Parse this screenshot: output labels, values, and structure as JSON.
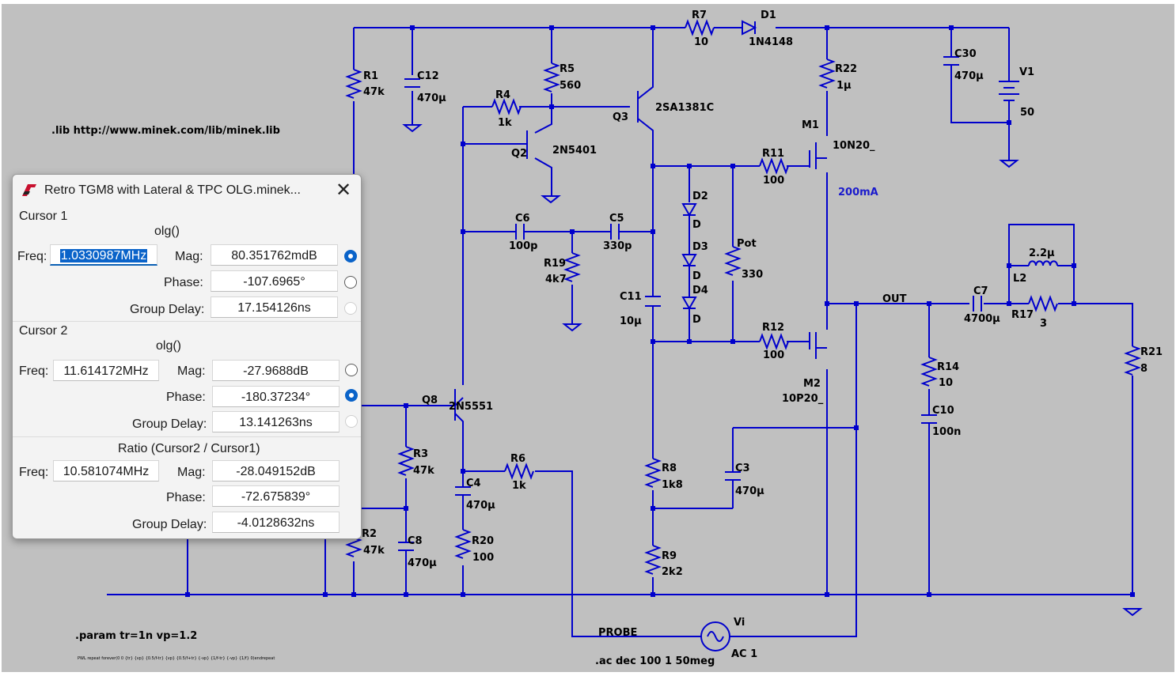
{
  "dialog": {
    "title": "Retro TGM8 with Lateral & TPC OLG.minek...",
    "cursor1": {
      "section": "Cursor 1",
      "function": "olg()",
      "freq_label": "Freq:",
      "freq": "1.0330987MHz",
      "mag_label": "Mag:",
      "mag": "80.351762mdB",
      "phase_label": "Phase:",
      "phase": "-107.6965°",
      "gd_label": "Group Delay:",
      "gd": "17.154126ns",
      "selected_radio": "Mag"
    },
    "cursor2": {
      "section": "Cursor 2",
      "function": "olg()",
      "freq_label": "Freq:",
      "freq": "11.614172MHz",
      "mag_label": "Mag:",
      "mag": "-27.9688dB",
      "phase_label": "Phase:",
      "phase": "-180.37234°",
      "gd_label": "Group Delay:",
      "gd": "13.141263ns",
      "selected_radio": "Phase"
    },
    "ratio": {
      "section": "Ratio (Cursor2 / Cursor1)",
      "freq_label": "Freq:",
      "freq": "10.581074MHz",
      "mag_label": "Mag:",
      "mag": "-28.049152dB",
      "phase_label": "Phase:",
      "phase": "-72.675839°",
      "gd_label": "Group Delay:",
      "gd": "-4.0128632ns"
    }
  },
  "schematic": {
    "directives": {
      "lib": ".lib http://www.minek.com/lib/minek.lib",
      "param": ".param tr=1n vp=1.2",
      "pwl": "PWL repeat forever(0 0 {tr} {vp} {0.5/f-tr} {vp} {0.5/f+tr} {-vp} {1/f-tr} {-vp} {1/f} 0)endrepeat",
      "ac": ".ac dec 100 1 50meg"
    },
    "notes": {
      "current": "200mA"
    },
    "nets": {
      "out": "OUT",
      "probe": "PROBE"
    },
    "components": {
      "R1": {
        "ref": "R1",
        "value": "47k"
      },
      "R2": {
        "ref": "R2",
        "value": "47k"
      },
      "R3": {
        "ref": "R3",
        "value": "47k"
      },
      "R4": {
        "ref": "R4",
        "value": "1k"
      },
      "R5": {
        "ref": "R5",
        "value": "560"
      },
      "R6": {
        "ref": "R6",
        "value": "1k"
      },
      "R7": {
        "ref": "R7",
        "value": "10"
      },
      "R8": {
        "ref": "R8",
        "value": "1k8"
      },
      "R9": {
        "ref": "R9",
        "value": "2k2"
      },
      "R11": {
        "ref": "R11",
        "value": "100"
      },
      "R12": {
        "ref": "R12",
        "value": "100"
      },
      "R14": {
        "ref": "R14",
        "value": "10"
      },
      "R17": {
        "ref": "R17",
        "value": "3"
      },
      "R19": {
        "ref": "R19",
        "value": "4k7"
      },
      "R20": {
        "ref": "R20",
        "value": "100"
      },
      "R21": {
        "ref": "R21",
        "value": "8"
      },
      "R22": {
        "ref": "R22",
        "value": "1µ"
      },
      "Pot": {
        "ref": "Pot",
        "value": "330"
      },
      "C3": {
        "ref": "C3",
        "value": "470µ"
      },
      "C4": {
        "ref": "C4",
        "value": "470µ"
      },
      "C5": {
        "ref": "C5",
        "value": "330p"
      },
      "C6": {
        "ref": "C6",
        "value": "100p"
      },
      "C7": {
        "ref": "C7",
        "value": "4700µ"
      },
      "C8": {
        "ref": "C8",
        "value": "470µ"
      },
      "C10": {
        "ref": "C10",
        "value": "100n"
      },
      "C11": {
        "ref": "C11",
        "value": "10µ"
      },
      "C12": {
        "ref": "C12",
        "value": "470µ"
      },
      "C30": {
        "ref": "C30",
        "value": "470µ"
      },
      "L2": {
        "ref": "L2",
        "value": "2.2µ"
      },
      "D1": {
        "ref": "D1",
        "value": "1N4148"
      },
      "D2": {
        "ref": "D2",
        "value": "D"
      },
      "D3": {
        "ref": "D3",
        "value": "D"
      },
      "D4": {
        "ref": "D4",
        "value": "D"
      },
      "Q2": {
        "ref": "Q2",
        "value": "2N5401"
      },
      "Q3": {
        "ref": "Q3",
        "value": "2SA1381C"
      },
      "Q8": {
        "ref": "Q8",
        "value": "2N5551"
      },
      "M1": {
        "ref": "M1",
        "value": "10N20_"
      },
      "M2": {
        "ref": "M2",
        "value": "10P20_"
      },
      "V1": {
        "ref": "V1",
        "value": "50"
      },
      "Vi": {
        "ref": "Vi",
        "value": "AC 1"
      }
    }
  }
}
